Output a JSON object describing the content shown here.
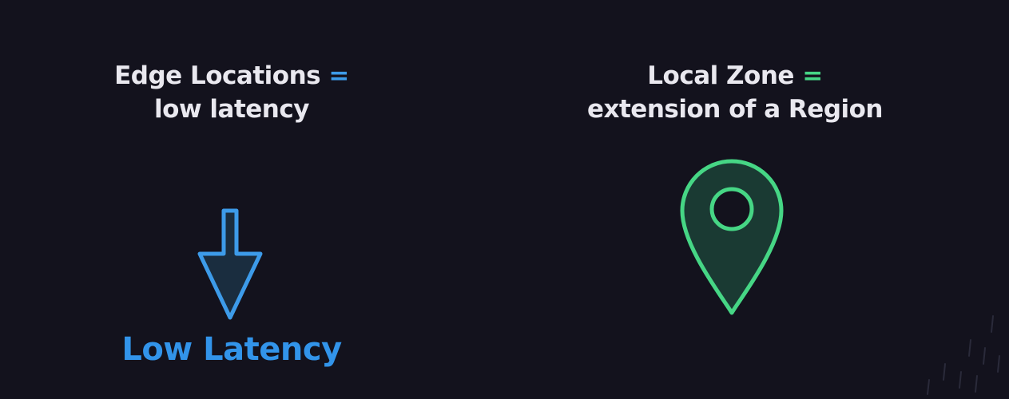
{
  "left": {
    "heading_line1": "Edge Locations",
    "heading_equals": "=",
    "heading_line2": "low latency",
    "icon": "down-arrow-icon",
    "big_label": "Low Latency"
  },
  "right": {
    "heading_line1": "Local Zone",
    "heading_equals": "=",
    "heading_line2": "extension of a Region",
    "icon": "map-pin-icon"
  },
  "colors": {
    "background": "#13121d",
    "text": "#e9e8ef",
    "accent_blue": "#3d9be9",
    "accent_green": "#46d685",
    "arrow_fill": "#1a2d3f",
    "pin_fill": "#1a3a33"
  }
}
